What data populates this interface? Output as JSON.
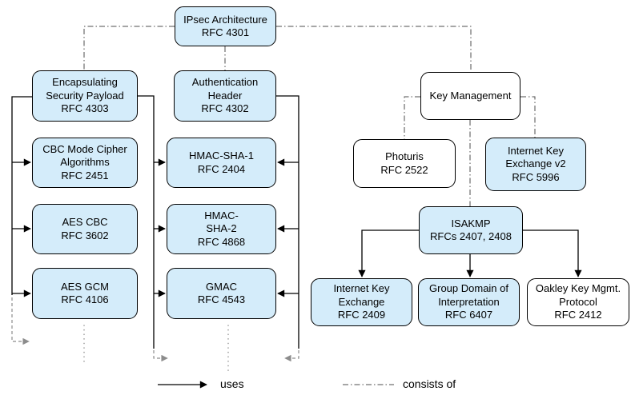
{
  "nodes": {
    "ipsec": {
      "label": "IPsec Architecture",
      "rfc": "RFC 4301"
    },
    "esp": {
      "label": "Encapsulating Security Payload",
      "rfc": "RFC 4303"
    },
    "ah": {
      "label": "Authentication Header",
      "rfc": "RFC 4302"
    },
    "cbc": {
      "label": "CBC Mode Cipher Algorithms",
      "rfc": "RFC 2451"
    },
    "aescbc": {
      "label": "AES CBC",
      "rfc": "RFC 3602"
    },
    "aesgcm": {
      "label": "AES GCM",
      "rfc": "RFC 4106"
    },
    "hmacsha1": {
      "label": "HMAC-SHA-1",
      "rfc": "RFC 2404"
    },
    "hmacsha2": {
      "label": "HMAC-\nSHA-2",
      "rfc": "RFC 4868"
    },
    "gmac": {
      "label": "GMAC",
      "rfc": "RFC 4543"
    },
    "keymgmt": {
      "label": "Key Management"
    },
    "photuris": {
      "label": "Photuris",
      "rfc": "RFC 2522"
    },
    "ikev2": {
      "label": "Internet Key Exchange v2",
      "rfc": "RFC 5996"
    },
    "isakmp": {
      "label": "ISAKMP",
      "rfc": "RFCs 2407, 2408"
    },
    "ike": {
      "label": "Internet Key Exchange",
      "rfc": "RFC 2409"
    },
    "gdoi": {
      "label": "Group Domain of Interpretation",
      "rfc": "RFC 6407"
    },
    "oakley": {
      "label": "Oakley Key Mgmt. Protocol",
      "rfc": "RFC 2412"
    }
  },
  "legend": {
    "uses_label": "uses",
    "consists_of_label": "consists of"
  },
  "edges": [
    {
      "from": "ipsec",
      "to": "esp",
      "type": "consists_of"
    },
    {
      "from": "ipsec",
      "to": "ah",
      "type": "consists_of"
    },
    {
      "from": "ipsec",
      "to": "keymgmt",
      "type": "consists_of"
    },
    {
      "from": "keymgmt",
      "to": "photuris",
      "type": "consists_of"
    },
    {
      "from": "keymgmt",
      "to": "ikev2",
      "type": "consists_of"
    },
    {
      "from": "keymgmt",
      "to": "isakmp",
      "type": "consists_of"
    },
    {
      "from": "esp",
      "to": "cbc",
      "type": "uses"
    },
    {
      "from": "esp",
      "to": "aescbc",
      "type": "uses"
    },
    {
      "from": "esp",
      "to": "aesgcm",
      "type": "uses"
    },
    {
      "from": "esp",
      "to": "hmacsha1",
      "type": "uses"
    },
    {
      "from": "esp",
      "to": "hmacsha2",
      "type": "uses"
    },
    {
      "from": "esp",
      "to": "gmac",
      "type": "uses"
    },
    {
      "from": "ah",
      "to": "hmacsha1",
      "type": "uses"
    },
    {
      "from": "ah",
      "to": "hmacsha2",
      "type": "uses"
    },
    {
      "from": "ah",
      "to": "gmac",
      "type": "uses"
    },
    {
      "from": "isakmp",
      "to": "ike",
      "type": "uses"
    },
    {
      "from": "isakmp",
      "to": "gdoi",
      "type": "uses"
    },
    {
      "from": "isakmp",
      "to": "oakley",
      "type": "uses"
    }
  ],
  "colors": {
    "node_fill_blue": "#d4ecfa",
    "node_fill_white": "#ffffff",
    "node_border": "#000000",
    "solid_edge": "#000000",
    "dashdot_edge": "#4d4d4d",
    "continuation_gray": "#8c8c8c"
  }
}
